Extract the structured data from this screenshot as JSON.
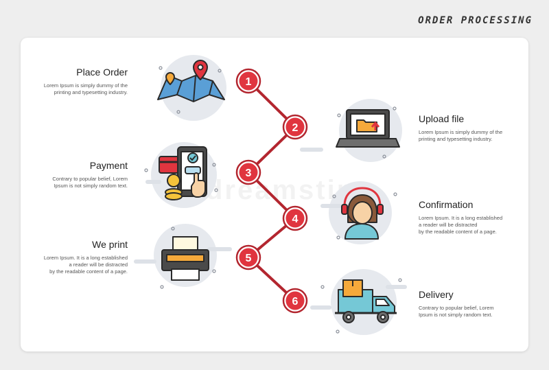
{
  "header": {
    "title": "ORDER PROCESSING"
  },
  "watermark": "dreamstime",
  "steps": [
    {
      "number": "1",
      "title": "Place Order",
      "desc": [
        "Lorem Ipsum is simply dummy of the",
        "printing and typesetting industry."
      ],
      "icon": "map-pin-icon"
    },
    {
      "number": "2",
      "title": "Upload file",
      "desc": [
        "Lorem Ipsum is simply dummy of the",
        "printing and typesetting industry."
      ],
      "icon": "laptop-folder-icon"
    },
    {
      "number": "3",
      "title": "Payment",
      "desc": [
        "Contrary to popular belief, Lorem",
        "Ipsum is not simply random text."
      ],
      "icon": "phone-payment-icon"
    },
    {
      "number": "4",
      "title": "Confirmation",
      "desc": [
        "Lorem Ipsum. It is a long established",
        "a reader will be distracted",
        "by the readable content of a page."
      ],
      "icon": "support-agent-icon"
    },
    {
      "number": "5",
      "title": "We print",
      "desc": [
        "Lorem Ipsum. It is a long established",
        "a reader will be distracted",
        "by the readable content of a page."
      ],
      "icon": "printer-icon"
    },
    {
      "number": "6",
      "title": "Delivery",
      "desc": [
        "Contrary to popular belief, Lorem",
        "Ipsum is not simply random text."
      ],
      "icon": "delivery-truck-icon"
    }
  ],
  "colors": {
    "accent": "#e0353f",
    "line": "#b3262f",
    "icon_bg": "#e4e7ed",
    "orange": "#f5a93b",
    "teal": "#75c8d6",
    "blue": "#5a9fd6"
  }
}
